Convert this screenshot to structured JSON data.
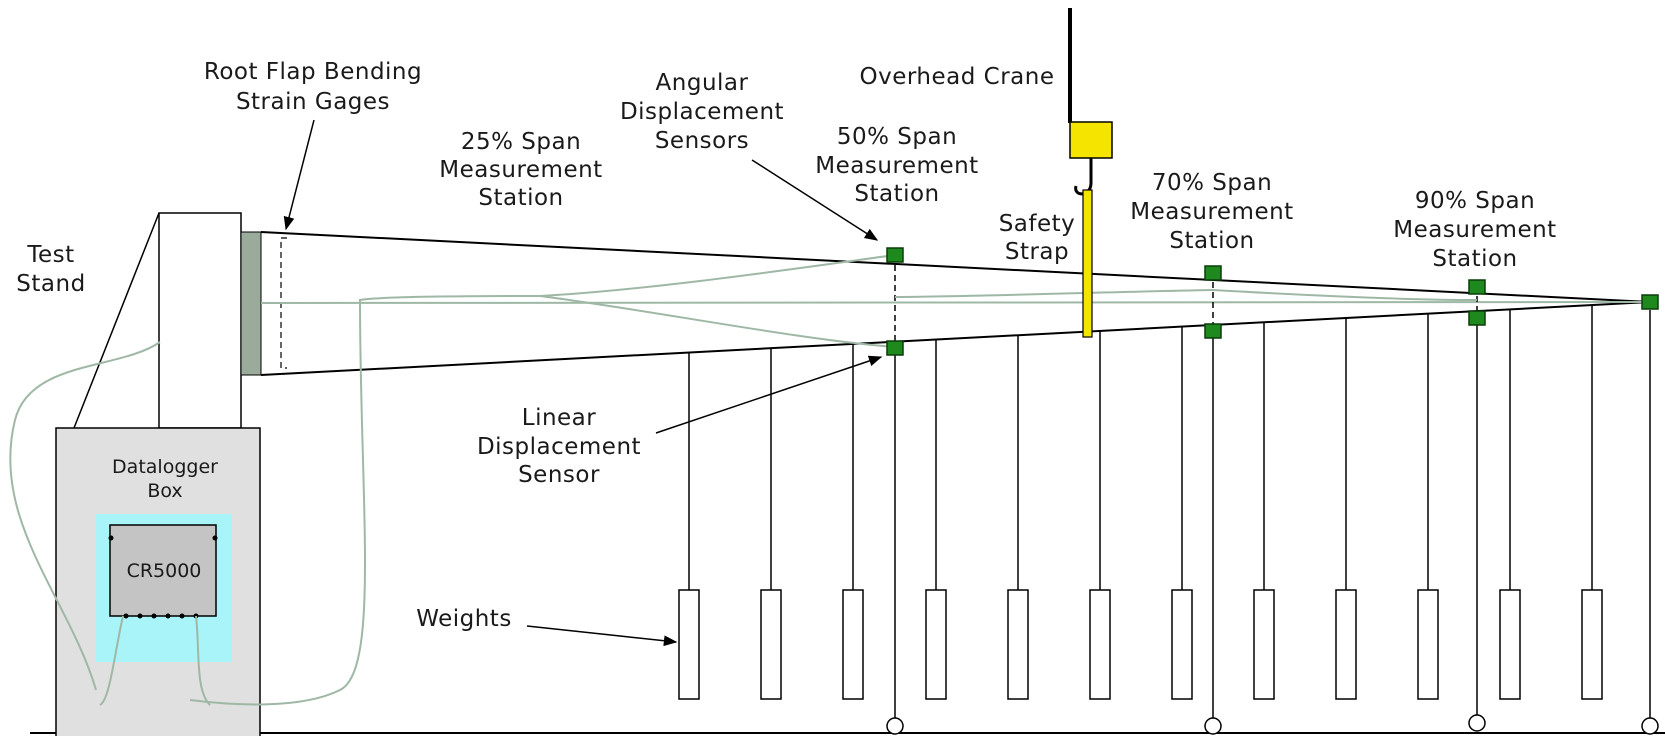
{
  "labels": {
    "root_flap_1": "Root Flap Bending",
    "root_flap_2": "Strain Gages",
    "angular_1": "Angular",
    "angular_2": "Displacement",
    "angular_3": "Sensors",
    "overhead_crane": "Overhead Crane",
    "span25_1": "25% Span",
    "span25_2": "Measurement",
    "span25_3": "Station",
    "span50_1": "50% Span",
    "span50_2": "Measurement",
    "span50_3": "Station",
    "span70_1": "70% Span",
    "span70_2": "Measurement",
    "span70_3": "Station",
    "span90_1": "90% Span",
    "span90_2": "Measurement",
    "span90_3": "Station",
    "safety_1": "Safety",
    "safety_2": "Strap",
    "test_stand_1": "Test",
    "test_stand_2": "Stand",
    "linear_1": "Linear",
    "linear_2": "Displacement",
    "linear_3": "Sensor",
    "datalogger_1": "Datalogger",
    "datalogger_2": "Box",
    "cr5000": "CR5000",
    "weights": "Weights"
  },
  "colors": {
    "sensor": "#1e8a1e",
    "crane_block": "#f5e400",
    "safety_strap": "#f5e400",
    "monitor_bg": "#a8f4f8",
    "datalogger_box": "#e0e0e0",
    "root_plate": "#9aab9c",
    "cable": "#9fb8a5"
  }
}
